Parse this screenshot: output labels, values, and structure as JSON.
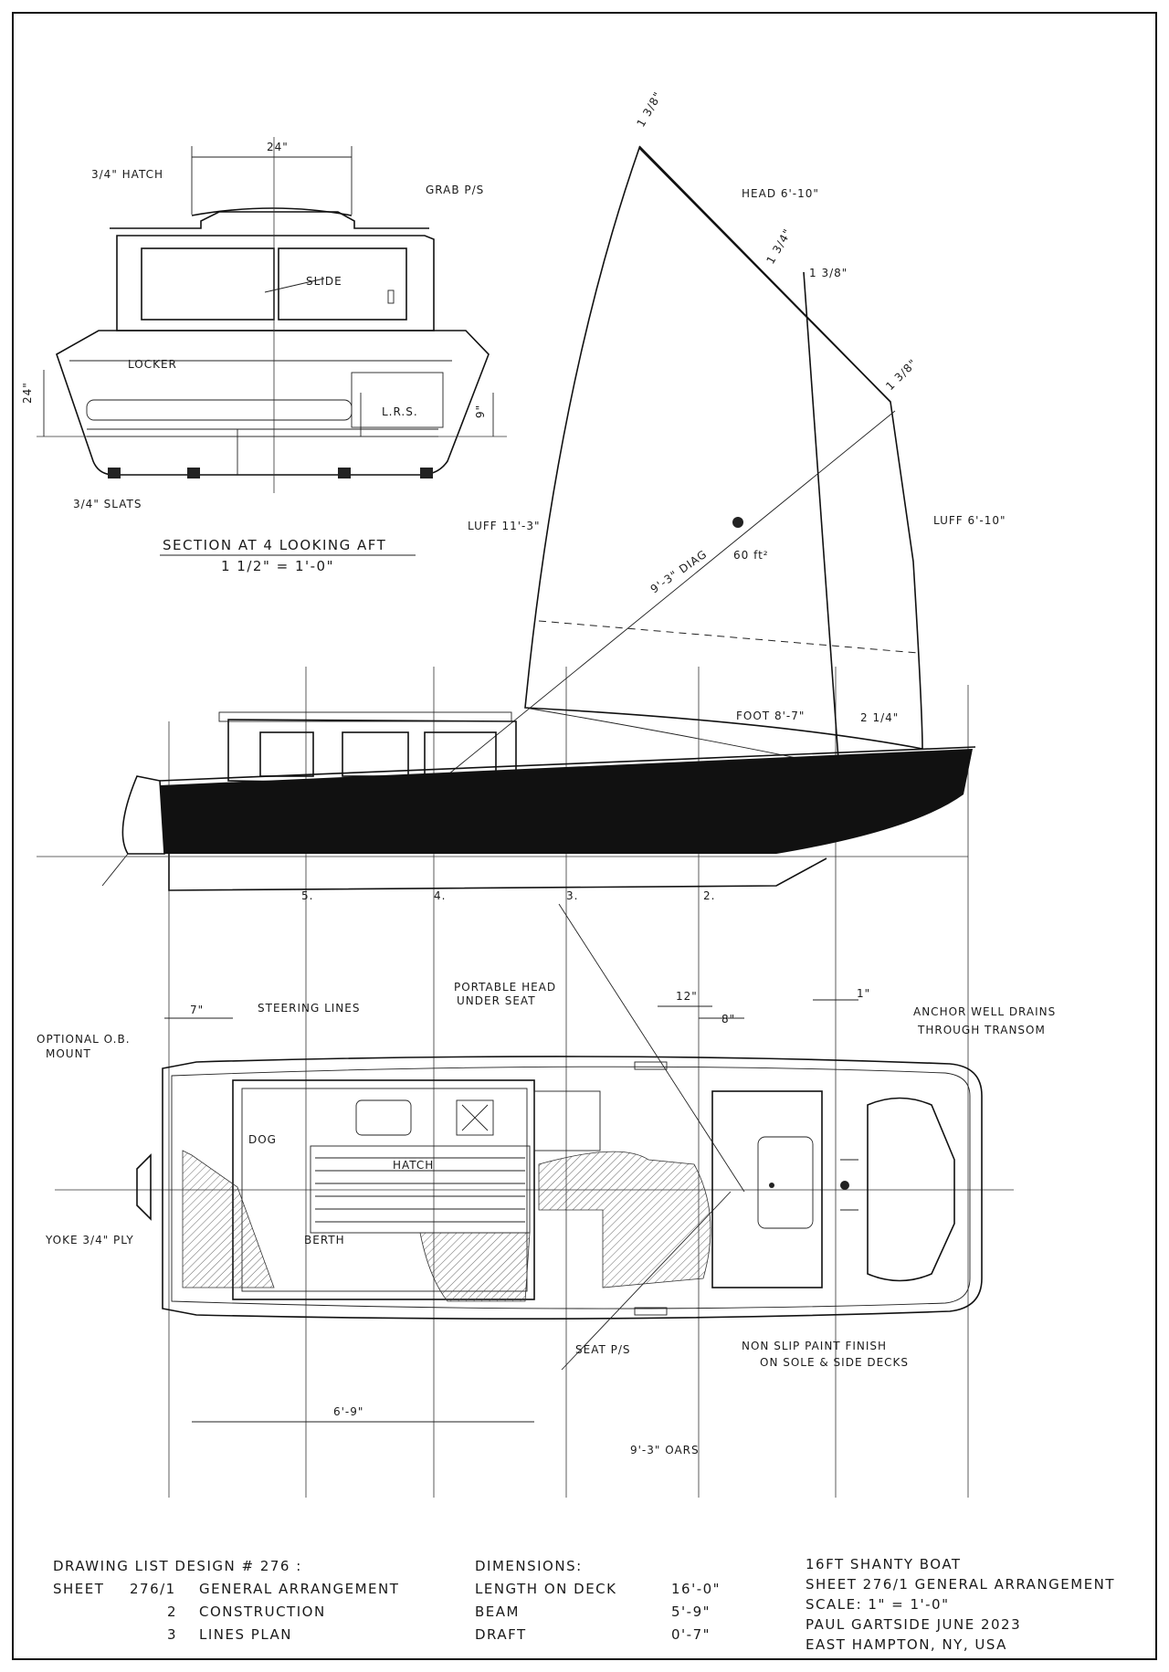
{
  "section": {
    "dim_width": "24\"",
    "hatch": "3/4\" HATCH",
    "grab": "GRAB P/S",
    "slide": "SLIDE",
    "locker": "LOCKER",
    "dim_height_left": "24\"",
    "dim_height_right": "9\"",
    "label_lr": "L.R.S.",
    "slats": "3/4\" SLATS",
    "title": "SECTION AT 4 LOOKING AFT",
    "scale": "1 1/2\" = 1'-0\""
  },
  "profile": {
    "head_dim": "1 3/8\"",
    "head": "HEAD 6'-10\"",
    "gaff_dim1": "1 3/4\"",
    "gaff_dim2": "1 3/8\"",
    "gaff_dim3": "1 3/8\"",
    "luff_left": "LUFF 11'-3\"",
    "luff_right": "LUFF 6'-10\"",
    "diag": "9'-3\" DIAG",
    "sail_area": "60 ft²",
    "foot": "FOOT 8'-7\"",
    "mast_dim": "2 1/4\"",
    "stations": [
      "5.",
      "4.",
      "3.",
      "2."
    ]
  },
  "plan": {
    "steering": "STEERING LINES",
    "portable_head": "PORTABLE HEAD",
    "under_seat": "UNDER SEAT",
    "dim_12": "12\"",
    "dim_8": "8\"",
    "dim_1": "1\"",
    "dim_7": "7\"",
    "anchor": "ANCHOR WELL DRAINS",
    "anchor2": "THROUGH TRANSOM",
    "optional": "OPTIONAL O.B.",
    "mount": "MOUNT",
    "dog": "DOG",
    "hatch": "HATCH",
    "berth": "BERTH",
    "yoke": "YOKE 3/4\" PLY",
    "seat": "SEAT P/S",
    "nonslip": "NON SLIP PAINT FINISH",
    "nonslip2": "ON SOLE & SIDE DECKS",
    "dim_69": "6'-9\"",
    "oars": "9'-3\" OARS"
  },
  "drawing_list": {
    "title": "DRAWING LIST DESIGN # 276 :",
    "sheet_label": "SHEET",
    "rows": [
      {
        "num": "276/1",
        "name": "GENERAL ARRANGEMENT"
      },
      {
        "num": "2",
        "name": "CONSTRUCTION"
      },
      {
        "num": "3",
        "name": "LINES PLAN"
      }
    ]
  },
  "dimensions": {
    "title": "DIMENSIONS:",
    "rows": [
      {
        "label": "LENGTH ON DECK",
        "value": "16'-0\""
      },
      {
        "label": "BEAM",
        "value": "5'-9\""
      },
      {
        "label": "DRAFT",
        "value": "0'-7\""
      }
    ]
  },
  "title_block": {
    "lines": [
      "16FT SHANTY BOAT",
      "SHEET 276/1 GENERAL ARRANGEMENT",
      "SCALE: 1\" = 1'-0\"",
      "PAUL GARTSIDE JUNE 2023",
      "EAST HAMPTON, NY, USA"
    ]
  }
}
